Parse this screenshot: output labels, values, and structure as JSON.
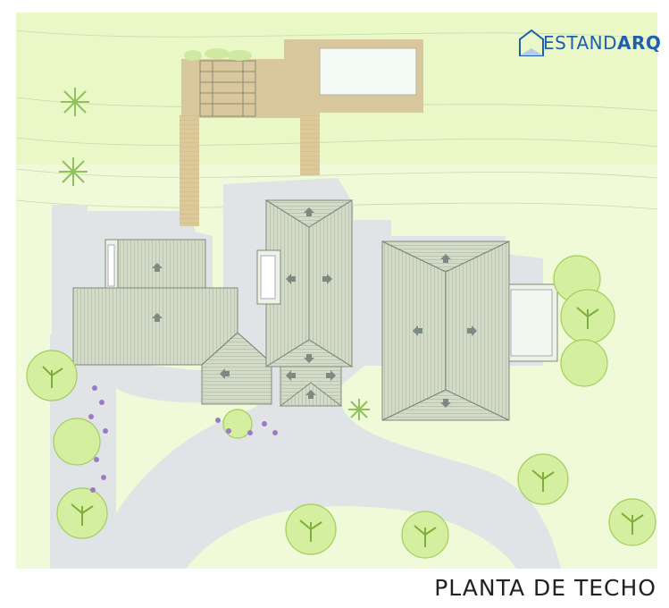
{
  "title": "PLANTA DE TECHO",
  "logo": {
    "text_regular": "ESTAND",
    "text_bold": "ARQ"
  },
  "colors": {
    "lawn": "#eaf7c6",
    "lawn_light": "#f1f9d9",
    "paving": "#e1e4e6",
    "deck": "#d6c59a",
    "pool": "#f4faf6",
    "roof": "#d3dbc8",
    "roof_line": "#8e9b86",
    "arrow": "#7d8a84",
    "tree": "#d2ee9c",
    "tree_stroke": "#a9cf63",
    "flower": "#9a7cc4",
    "logo": "#1e5fb0"
  }
}
